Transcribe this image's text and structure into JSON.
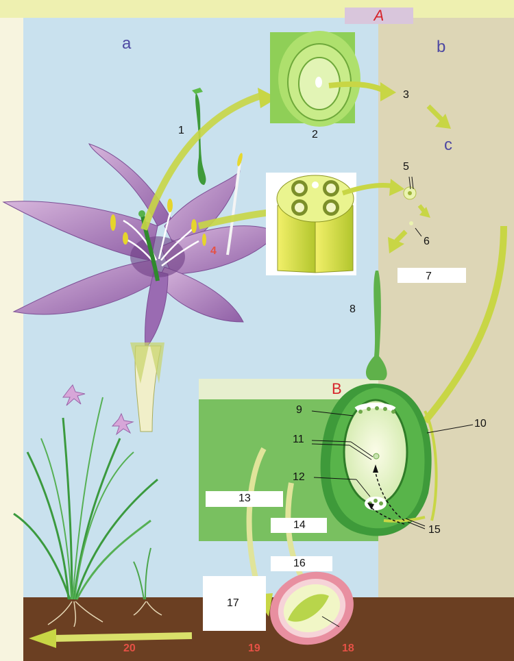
{
  "header": {
    "title": "A"
  },
  "panels": {
    "a": "a",
    "b": "b",
    "c": "c",
    "B": "B"
  },
  "labels": {
    "n1": "1",
    "n2": "2",
    "n3": "3",
    "n4": "4",
    "n5": "5",
    "n6": "6",
    "n7": "7",
    "n8": "8",
    "n9": "9",
    "n10": "10",
    "n11": "11",
    "n12": "12",
    "n13": "13",
    "n14": "14",
    "n15": "15",
    "n16": "16",
    "n17": "17",
    "n18": "18",
    "n19": "19",
    "n20": "20"
  },
  "colors": {
    "panel_blue": "#c9e1ee",
    "panel_beige": "#ddd6b6",
    "green_box": "#79c060",
    "soil": "#6b3f22",
    "petal": "#b88bc4",
    "arrow": "#c8d645",
    "label_red": "#e55145",
    "label_purple": "#4e49a2",
    "header_red": "#d6232a"
  }
}
